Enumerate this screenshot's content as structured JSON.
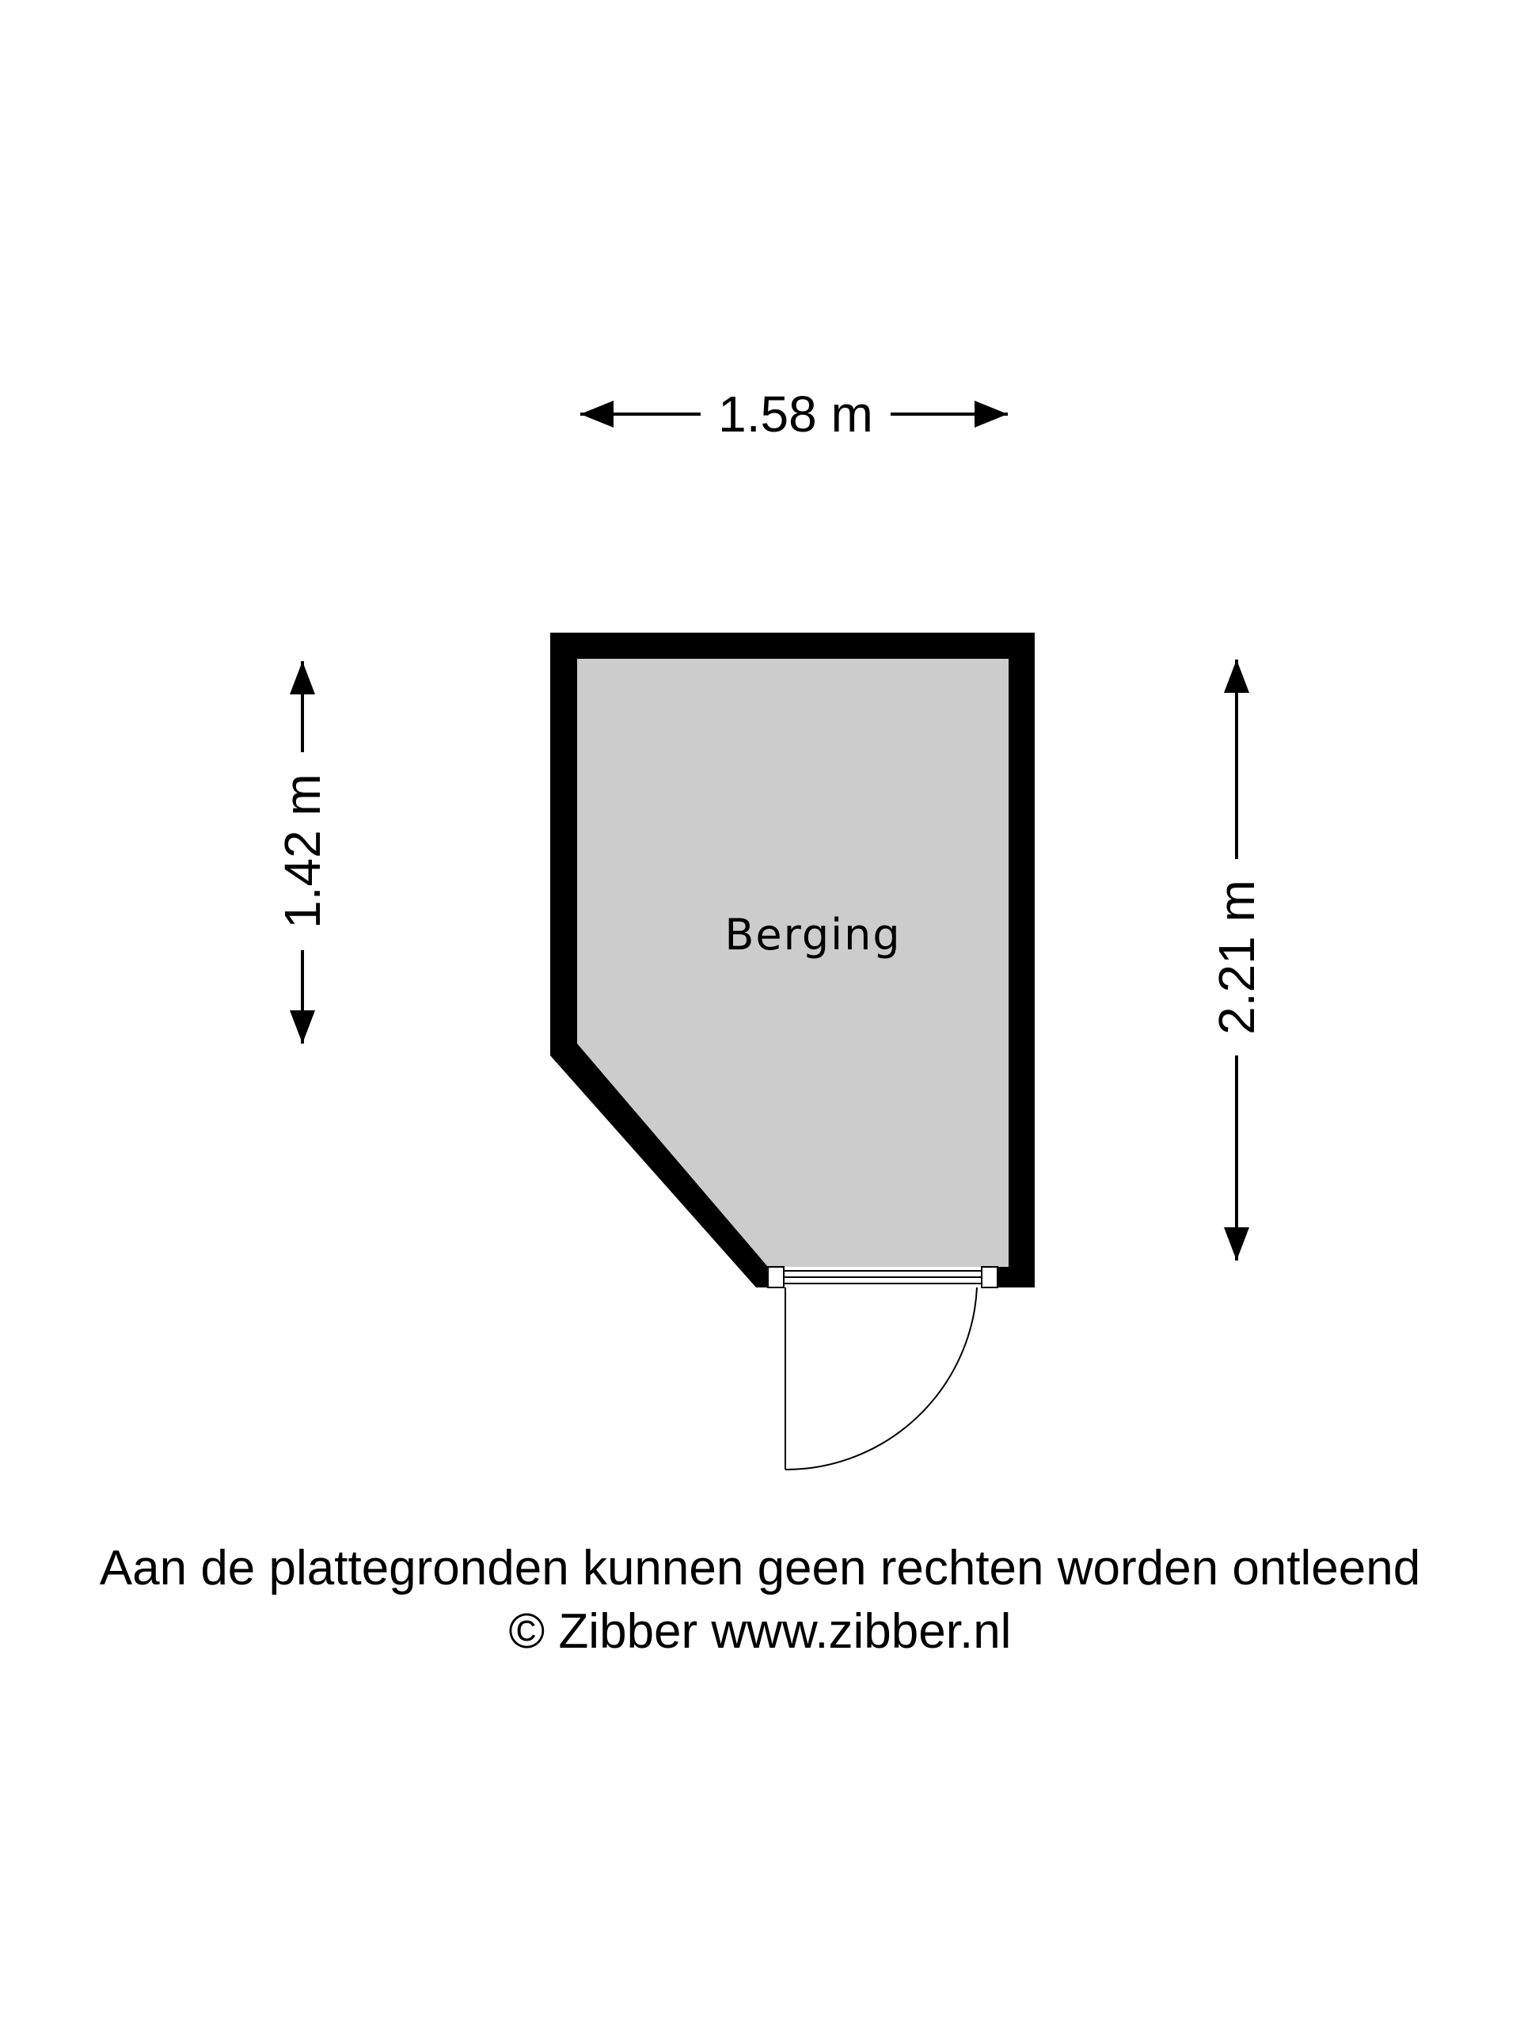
{
  "floorplan": {
    "dimensions": {
      "top_width": "1.58 m",
      "left_height": "1.42 m",
      "right_height": "2.21 m"
    },
    "room": {
      "label": "Berging"
    },
    "colors": {
      "wall": "#000000",
      "floor": "#cccccc",
      "background": "#ffffff"
    }
  },
  "footer": {
    "disclaimer": "Aan de plattegronden kunnen geen rechten worden ontleend",
    "copyright": "© Zibber www.zibber.nl"
  }
}
